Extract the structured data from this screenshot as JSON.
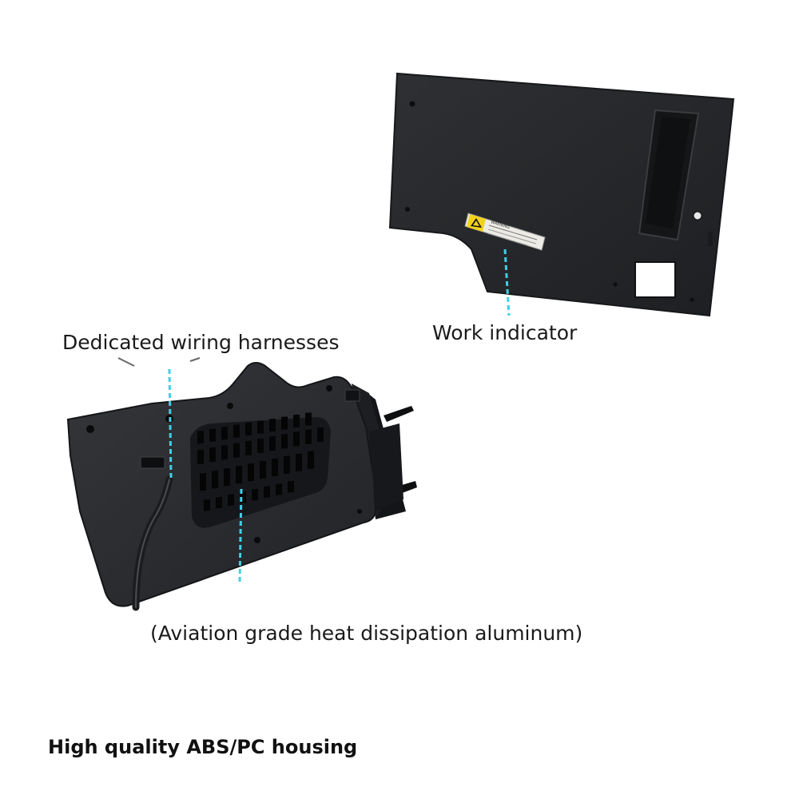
{
  "labels": {
    "wiring": "Dedicated wiring harnesses",
    "indicator": "Work indicator",
    "aluminum": "(Aviation grade heat dissipation aluminum)",
    "housing": "High quality ABS/PC housing"
  },
  "warning_label": {
    "heading": "WARNING"
  },
  "colors": {
    "housing": "#2b2d30",
    "housing_dark": "#1c1d20",
    "leader_line": "#3fd0e6",
    "warning_yellow": "#f3d21b"
  },
  "icons": [
    "warning-triangle-icon"
  ]
}
